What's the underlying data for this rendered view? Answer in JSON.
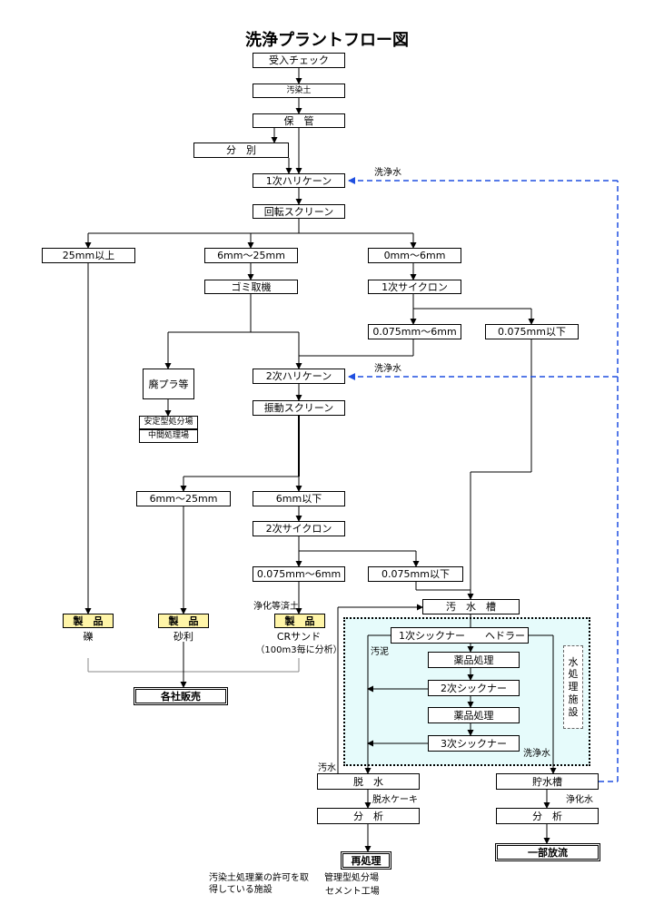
{
  "title": "洗浄プラントフロー図",
  "boxes": {
    "acceptance_check": "受入チェック",
    "contaminated_soil": "汚染土",
    "storage": "保　管",
    "sorting": "分　別",
    "hurricane_1": "1次ハリケーン",
    "rotary_screen": "回転スクリーン",
    "over_25mm": "25mm以上",
    "range_6_25_a": "6mm〜25mm",
    "range_0_6": "0mm〜6mm",
    "dust_removal": "ゴミ取機",
    "cyclone_1": "1次サイクロン",
    "range_0075_6_a": "0.075mm〜6mm",
    "under_0075_a": "0.075mm以下",
    "waste_plastic": "廃プラ等",
    "landfill_stable": "安定型処分場",
    "intermediate_facility": "中間処理場",
    "hurricane_2": "2次ハリケーン",
    "vibrating_screen": "振動スクリーン",
    "range_6_25_b": "6mm〜25mm",
    "under_6mm": "6mm以下",
    "cyclone_2": "2次サイクロン",
    "range_0075_6_b": "0.075mm〜6mm",
    "under_0075_b": "0.075mm以下",
    "dirty_water_tank": "汚　水　槽",
    "product_1": "製　品",
    "product_2": "製　品",
    "product_3": "製　品",
    "thickener_1": "1次シックナー　　ヘドラー",
    "chemical_1": "薬品処理",
    "thickener_2": "2次シックナー",
    "chemical_2": "薬品処理",
    "thickener_3": "3次シックナー",
    "company_sales": "各社販売",
    "dehydration": "脱　水",
    "storage_tank": "貯水槽",
    "analysis_1": "分　析",
    "analysis_2": "分　析",
    "reprocessing": "再処理",
    "partial_discharge": "一部放流"
  },
  "water_facility": [
    "水",
    "処",
    "理",
    "施",
    "設"
  ],
  "labels": {
    "wash_water_1": "洗浄水",
    "wash_water_2": "洗浄水",
    "wash_water_3": "洗浄水",
    "gravel": "礫",
    "sand_gravel": "砂利",
    "purified": "浄化等済土",
    "cr_sand": "CRサンド",
    "analysis_note": "（100m3毎に分析）",
    "sludge": "汚泥",
    "dirty_water": "汚水",
    "dehydrated_cake": "脱水ケーキ",
    "purified_water": "浄化水",
    "licensed_1": "汚染土処理業の許可を取",
    "licensed_2": "得している施設",
    "managed_landfill": "管理型処分場",
    "cement_plant": "セメント工場"
  },
  "colors": {
    "return_line": "#1f4fe0",
    "product_fill": "#fff5a8",
    "water_zone_fill": "#e6fbfb"
  }
}
